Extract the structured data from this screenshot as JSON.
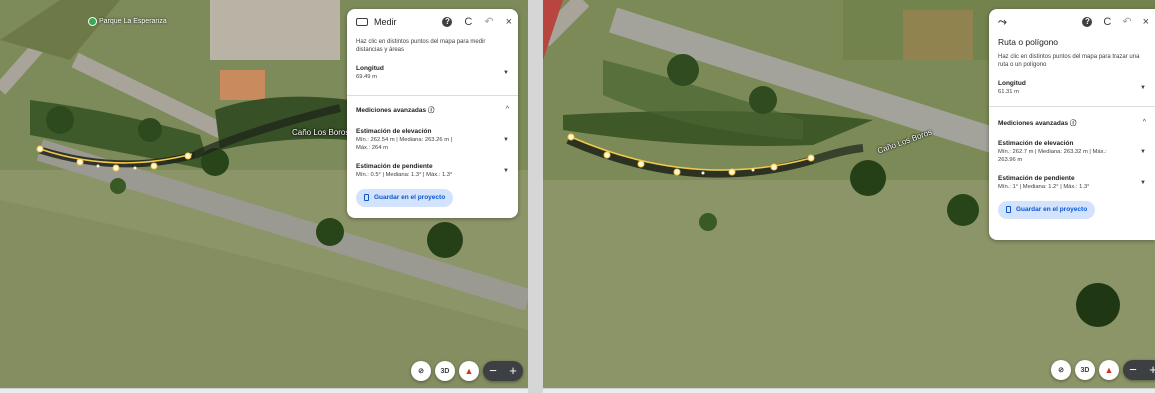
{
  "left": {
    "panel": {
      "title": "Medir",
      "description": "Haz clic en distintos puntos del mapa para medir distancias y áreas",
      "length_label": "Longitud",
      "length_value": "69.49 m",
      "advanced_label": "Mediciones avanzadas ⓘ",
      "elevation_label": "Estimación de elevación",
      "elevation_value_line1": "Mín.: 262.54 m | Mediana: 263.26 m |",
      "elevation_value_line2": "Máx.: 264 m",
      "slope_label": "Estimación de pendiente",
      "slope_value": "Mín.: 0.5° | Mediana: 1.3° | Máx.: 1.3°",
      "save_label": "Guardar en el proyecto"
    },
    "map": {
      "poi_label": "Parque La Esperanza",
      "river_label": "Caño Los Boros"
    }
  },
  "right": {
    "panel": {
      "subtitle": "Ruta o polígono",
      "description": "Haz clic en distintos puntos del mapa para trazar una ruta o un polígono",
      "length_label": "Longitud",
      "length_value": "61.31 m",
      "advanced_label": "Mediciones avanzadas ⓘ",
      "elevation_label": "Estimación de elevación",
      "elevation_value_line1": "Mín.: 262.7 m | Mediana: 263.32 m | Máx.:",
      "elevation_value_line2": "263.96 m",
      "slope_label": "Estimación de pendiente",
      "slope_value": "Mín.: 1° | Mediana: 1.2° | Máx.: 1.3°",
      "save_label": "Guardar en el proyecto"
    },
    "map": {
      "river_label": "Caño Los Boros"
    }
  },
  "controls": {
    "btn_3d": "3D",
    "zoom_out": "−",
    "zoom_in": "+"
  },
  "icons": {
    "help": "?",
    "reset": "C",
    "undo": "↶",
    "close": "×",
    "caret_down": "▼",
    "chevron_up": "^",
    "route": "⤳",
    "no_layers": "⊘",
    "compass": "▲"
  }
}
